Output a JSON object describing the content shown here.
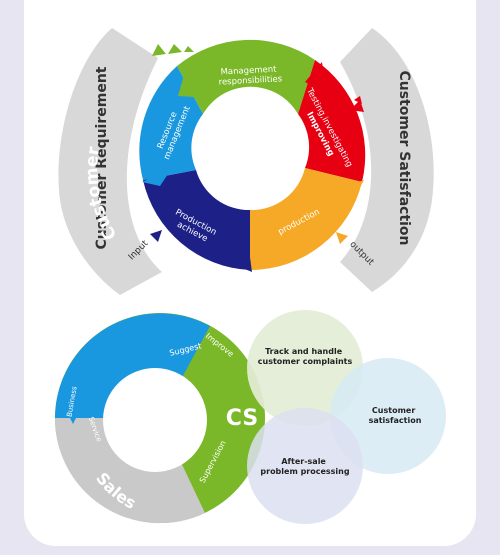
{
  "colors": {
    "background": "#e6e5f1",
    "card": "#ffffff",
    "grey_band": "#d8d8d8",
    "green": "#7ab829",
    "red": "#e60012",
    "orange": "#f5a927",
    "navy": "#1d2187",
    "blue": "#1a98df",
    "sales_grey": "#c9c9c9",
    "circle_green": "#e3edd6",
    "circle_blue": "#d6eaf3",
    "circle_lavender": "#dcdff0"
  },
  "top_cycle": {
    "left_band_label": "Customer Requirement",
    "right_band_label": "Customer Satisfaction",
    "input_label": "Input",
    "output_label": "output",
    "segments": {
      "management": [
        "Management",
        "responsibilities"
      ],
      "testing": [
        "Testing,investigating",
        "Improving"
      ],
      "production": "production",
      "production_achieve": [
        "Production",
        "achieve"
      ],
      "resource": [
        "Resource",
        "management"
      ]
    }
  },
  "bottom_cycle": {
    "customer_label": "Customer",
    "sales_label": "Sales",
    "cs_label": "CS",
    "suggest_label": "Suggest",
    "improve_label": "Improve",
    "business_label": "Business",
    "service_label": "Service",
    "supervision_label": "Supervision",
    "circles": {
      "complaints": [
        "Track and handle",
        "customer complaints"
      ],
      "satisfaction": [
        "Customer",
        "satisfaction"
      ],
      "after_sale": [
        "After-sale",
        "problem processing"
      ]
    }
  }
}
